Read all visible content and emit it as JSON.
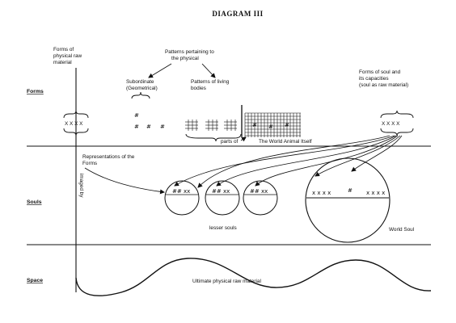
{
  "title": "DIAGRAM III",
  "rows": {
    "forms": "Forms",
    "souls": "Souls",
    "space": "Space"
  },
  "labels": {
    "physical_raw_1": "Forms of",
    "physical_raw_2": "physical raw",
    "physical_raw_3": "material",
    "patterns_1": "Patterns pertaining to",
    "patterns_2": "the physical",
    "subordinate_1": "Subordinate",
    "subordinate_2": "(Geometrical)",
    "living_1": "Patterns of living",
    "living_2": "bodies",
    "soul_forms_1": "Forms of soul and",
    "soul_forms_2": "its capacities",
    "soul_forms_3": "(soul as raw material)",
    "xxxx_left": "X X X X",
    "xxxx_right": "X X X X",
    "parts_of": "parts of",
    "world_animal": "The World Animal Itself",
    "representations_1": "Representations of the",
    "representations_2": "Forms",
    "imaged_by": "imaged by",
    "lesser_souls": "lesser souls",
    "world_soul": "World Soul",
    "ultimate": "Ultimate physical raw material"
  }
}
